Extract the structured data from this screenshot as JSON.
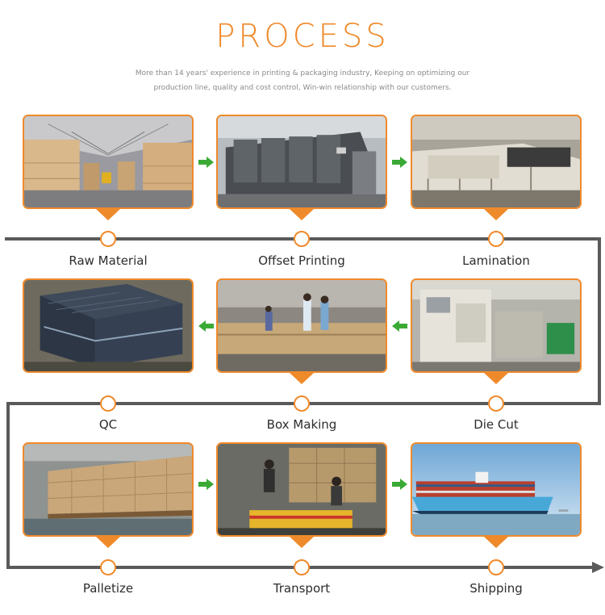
{
  "header": {
    "title": "PROCESS",
    "subtitle_line1": "More than 14 years' experience in printing & packaging industry, Keeping on optimizing our",
    "subtitle_line2": "production line, quality and cost control, Win-win relationship with our customers."
  },
  "colors": {
    "accent": "#ef8a2b",
    "line": "#5a5a5a",
    "arrow": "#3aaa35"
  },
  "steps": [
    {
      "label": "Raw Material",
      "photo": "warehouse-photo"
    },
    {
      "label": "Offset Printing",
      "photo": "printing-press-photo"
    },
    {
      "label": "Lamination",
      "photo": "lamination-machine-photo"
    },
    {
      "label": "Die Cut",
      "photo": "die-cut-machine-photo"
    },
    {
      "label": "Box Making",
      "photo": "box-making-workshop-photo"
    },
    {
      "label": "QC",
      "photo": "stacked-boxes-photo"
    },
    {
      "label": "Palletize",
      "photo": "pallet-warehouse-photo"
    },
    {
      "label": "Transport",
      "photo": "forklift-loading-photo"
    },
    {
      "label": "Shipping",
      "photo": "container-ship-photo"
    }
  ]
}
